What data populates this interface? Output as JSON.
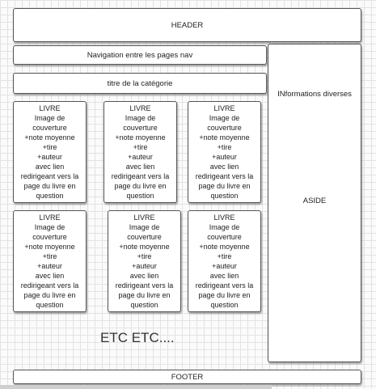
{
  "header": "HEADER",
  "nav": "Navigation entre les pages  nav",
  "category_title": "titre de la catégorie",
  "aside": {
    "info": "INformations diverses",
    "label": "ASIDE"
  },
  "book_card_text": "LIVRE\nImage de\ncouverture\n+note moyenne\n+tire\n+auteur\navec lien\nredirigeant vers la\npage du livre en\nquestion",
  "books": [
    "LIVRE\nImage de\ncouverture\n+note moyenne\n+tire\n+auteur\navec lien\nredirigeant vers la\npage du livre en\nquestion",
    "LIVRE\nImage de\ncouverture\n+note moyenne\n+tire\n+auteur\navec lien\nredirigeant vers la\npage du livre en\nquestion",
    "LIVRE\nImage de\ncouverture\n+note moyenne\n+tire\n+auteur\navec lien\nredirigeant vers la\npage du livre en\nquestion",
    "LIVRE\nImage de\ncouverture\n+note moyenne\n+tire\n+auteur\navec lien\nredirigeant vers la\npage du livre en\nquestion",
    "LIVRE\nImage de\ncouverture\n+note moyenne\n+tire\n+auteur\navec lien\nredirigeant vers la\npage du livre en\nquestion",
    "LIVRE\nImage de\ncouverture\n+note moyenne\n+tire\n+auteur\navec lien\nredirigeant vers la\npage du livre en\nquestion"
  ],
  "etc": "ETC ETC....",
  "footer": "FOOTER"
}
